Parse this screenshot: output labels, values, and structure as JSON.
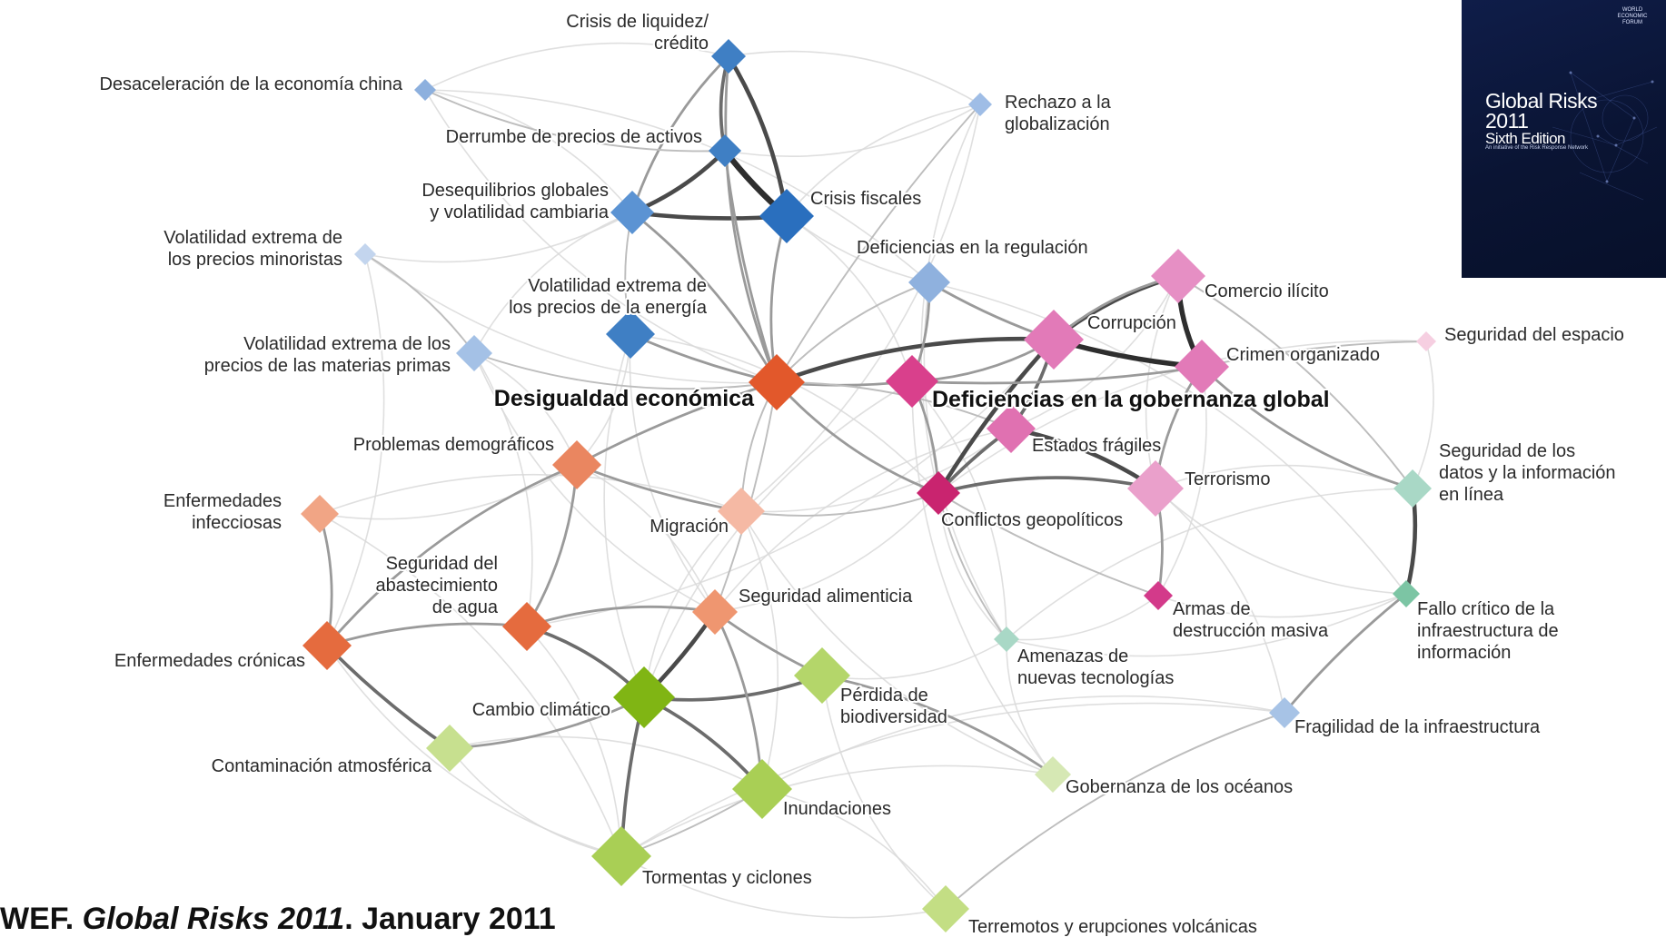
{
  "diagram": {
    "nodes": [
      {
        "id": "credit",
        "label": [
          "Crisis de liquidez/",
          "crédito"
        ],
        "color": "#3f7fc4",
        "size": 19,
        "big": false
      },
      {
        "id": "china",
        "label": [
          "Desaceleración de la economía china"
        ],
        "color": "#8db0de",
        "size": 12,
        "big": false
      },
      {
        "id": "assets",
        "label": [
          "Derrumbe de precios de activos"
        ],
        "color": "#3f7fc4",
        "size": 18,
        "big": false
      },
      {
        "id": "rejglob",
        "label": [
          "Rechazo a la",
          "globalización"
        ],
        "color": "#9fbde6",
        "size": 13,
        "big": false
      },
      {
        "id": "imbal",
        "label": [
          "Desequilibrios globales",
          "y volatilidad cambiaria"
        ],
        "color": "#5b93d3",
        "size": 24,
        "big": false
      },
      {
        "id": "fiscal",
        "label": [
          "Crisis fiscales"
        ],
        "color": "#2a6fbe",
        "size": 30,
        "big": false
      },
      {
        "id": "retail",
        "label": [
          "Volatilidad extrema de",
          "los precios minoristas"
        ],
        "color": "#c3d5ee",
        "size": 12,
        "big": false
      },
      {
        "id": "regdef",
        "label": [
          "Deficiencias en la regulación"
        ],
        "color": "#8fb1de",
        "size": 23,
        "big": false
      },
      {
        "id": "energy",
        "label": [
          "Volatilidad extrema de",
          "los precios de la energía"
        ],
        "color": "#3f7fc4",
        "size": 27,
        "big": false
      },
      {
        "id": "commod",
        "label": [
          "Volatilidad extrema de los",
          "precios de las materias primas"
        ],
        "color": "#a4c1e6",
        "size": 20,
        "big": false
      },
      {
        "id": "illicit",
        "label": [
          "Comercio ilícito"
        ],
        "color": "#e68fc4",
        "size": 30,
        "big": false
      },
      {
        "id": "corrupt",
        "label": [
          "Corrupción"
        ],
        "color": "#e27ab8",
        "size": 33,
        "big": false
      },
      {
        "id": "space",
        "label": [
          "Seguridad del espacio"
        ],
        "color": "#f6cfe1",
        "size": 11,
        "big": false
      },
      {
        "id": "crime",
        "label": [
          "Crimen organizado"
        ],
        "color": "#e27ab8",
        "size": 30,
        "big": false
      },
      {
        "id": "inequal",
        "label": [
          "Desigualdad económica"
        ],
        "color": "#e2582b",
        "size": 31,
        "big": true
      },
      {
        "id": "govfail",
        "label": [
          "Deficiencias en la gobernanza global"
        ],
        "color": "#d9408c",
        "size": 29,
        "big": true
      },
      {
        "id": "fragile",
        "label": [
          "Estados frágiles"
        ],
        "color": "#e071b1",
        "size": 27,
        "big": false
      },
      {
        "id": "demog",
        "label": [
          "Problemas demográficos"
        ],
        "color": "#ea8660",
        "size": 27,
        "big": false
      },
      {
        "id": "infect",
        "label": [
          "Enfermedades",
          "infecciosas"
        ],
        "color": "#f1a585",
        "size": 21,
        "big": false
      },
      {
        "id": "migr",
        "label": [
          "Migración"
        ],
        "color": "#f5b9a4",
        "size": 26,
        "big": false
      },
      {
        "id": "geopol",
        "label": [
          "Conflictos geopolíticos"
        ],
        "color": "#c9246f",
        "size": 24,
        "big": false
      },
      {
        "id": "terror",
        "label": [
          "Terrorismo"
        ],
        "color": "#eaa0cb",
        "size": 31,
        "big": false
      },
      {
        "id": "datasec",
        "label": [
          "Seguridad de los",
          "datos y la información",
          "en línea"
        ],
        "color": "#a9d8c6",
        "size": 21,
        "big": false
      },
      {
        "id": "water",
        "label": [
          "Seguridad del",
          "abastecimiento",
          "de agua"
        ],
        "color": "#e56b3e",
        "size": 27,
        "big": false
      },
      {
        "id": "food",
        "label": [
          "Seguridad alimenticia"
        ],
        "color": "#ef9670",
        "size": 25,
        "big": false
      },
      {
        "id": "wmd",
        "label": [
          "Armas de",
          "destrucción masiva"
        ],
        "color": "#d33a8a",
        "size": 16,
        "big": false
      },
      {
        "id": "ciifail",
        "label": [
          "Fallo crítico de la",
          "infraestructura de",
          "información"
        ],
        "color": "#7cc5a4",
        "size": 15,
        "big": false
      },
      {
        "id": "chronic",
        "label": [
          "Enfermedades crónicas"
        ],
        "color": "#e56b3e",
        "size": 27,
        "big": false
      },
      {
        "id": "newtech",
        "label": [
          "Amenazas de",
          "nuevas tecnologías"
        ],
        "color": "#a9d8c6",
        "size": 14,
        "big": false
      },
      {
        "id": "climate",
        "label": [
          "Cambio climático"
        ],
        "color": "#80b514",
        "size": 34,
        "big": false
      },
      {
        "id": "biodiv",
        "label": [
          "Pérdida de",
          "biodiversidad"
        ],
        "color": "#b4d66a",
        "size": 31,
        "big": false
      },
      {
        "id": "airpoll",
        "label": [
          "Contaminación atmosférica"
        ],
        "color": "#c7e08f",
        "size": 26,
        "big": false
      },
      {
        "id": "infrafr",
        "label": [
          "Fragilidad de la infraestructura"
        ],
        "color": "#a7c3e6",
        "size": 17,
        "big": false
      },
      {
        "id": "flood",
        "label": [
          "Inundaciones"
        ],
        "color": "#a9cf55",
        "size": 33,
        "big": false
      },
      {
        "id": "oceans",
        "label": [
          "Gobernanza de los océanos"
        ],
        "color": "#d6e8b4",
        "size": 20,
        "big": false
      },
      {
        "id": "storms",
        "label": [
          "Tormentas y ciclones"
        ],
        "color": "#a9cf55",
        "size": 33,
        "big": false
      },
      {
        "id": "quake",
        "label": [
          "Terremotos y erupciones volcánicas"
        ],
        "color": "#c3de84",
        "size": 26,
        "big": false
      }
    ],
    "edges": [
      [
        "credit",
        "assets",
        3
      ],
      [
        "credit",
        "fiscal",
        4
      ],
      [
        "assets",
        "fiscal",
        6
      ],
      [
        "credit",
        "imbal",
        2
      ],
      [
        "assets",
        "imbal",
        4
      ],
      [
        "imbal",
        "fiscal",
        4
      ],
      [
        "fiscal",
        "inequal",
        2
      ],
      [
        "imbal",
        "inequal",
        2
      ],
      [
        "assets",
        "inequal",
        2
      ],
      [
        "credit",
        "inequal",
        2
      ],
      [
        "inequal",
        "corrupt",
        4
      ],
      [
        "inequal",
        "govfail",
        2
      ],
      [
        "inequal",
        "geopol",
        2
      ],
      [
        "inequal",
        "fragile",
        1
      ],
      [
        "inequal",
        "demog",
        2
      ],
      [
        "inequal",
        "migr",
        1
      ],
      [
        "corrupt",
        "illicit",
        4
      ],
      [
        "corrupt",
        "crime",
        5
      ],
      [
        "illicit",
        "crime",
        5
      ],
      [
        "corrupt",
        "fragile",
        3
      ],
      [
        "corrupt",
        "geopol",
        4
      ],
      [
        "illicit",
        "corrupt",
        2
      ],
      [
        "fragile",
        "terror",
        4
      ],
      [
        "fragile",
        "geopol",
        3
      ],
      [
        "terror",
        "geopol",
        3
      ],
      [
        "terror",
        "wmd",
        2
      ],
      [
        "geopol",
        "wmd",
        1
      ],
      [
        "crime",
        "terror",
        2
      ],
      [
        "govfail",
        "geopol",
        2
      ],
      [
        "govfail",
        "crime",
        2
      ],
      [
        "govfail",
        "corrupt",
        2
      ],
      [
        "regdef",
        "govfail",
        2
      ],
      [
        "regdef",
        "corrupt",
        2
      ],
      [
        "regdef",
        "inequal",
        1
      ],
      [
        "datasec",
        "ciifail",
        4
      ],
      [
        "ciifail",
        "infrafr",
        2
      ],
      [
        "crime",
        "datasec",
        2
      ],
      [
        "illicit",
        "datasec",
        1
      ],
      [
        "climate",
        "food",
        4
      ],
      [
        "climate",
        "biodiv",
        3
      ],
      [
        "climate",
        "flood",
        3
      ],
      [
        "climate",
        "storms",
        3
      ],
      [
        "climate",
        "water",
        3
      ],
      [
        "climate",
        "airpoll",
        2
      ],
      [
        "food",
        "biodiv",
        2
      ],
      [
        "food",
        "water",
        2
      ],
      [
        "food",
        "flood",
        2
      ],
      [
        "chronic",
        "airpoll",
        3
      ],
      [
        "chronic",
        "infect",
        2
      ],
      [
        "chronic",
        "water",
        2
      ],
      [
        "demog",
        "migr",
        2
      ],
      [
        "demog",
        "chronic",
        2
      ],
      [
        "biodiv",
        "oceans",
        2
      ],
      [
        "storms",
        "flood",
        1
      ],
      [
        "migr",
        "geopol",
        1
      ],
      [
        "newtech",
        "geopol",
        1
      ],
      [
        "energy",
        "inequal",
        2
      ],
      [
        "commod",
        "inequal",
        1
      ],
      [
        "energy",
        "imbal",
        1
      ],
      [
        "rejglob",
        "inequal",
        1
      ],
      [
        "china",
        "assets",
        1
      ],
      [
        "retail",
        "commod",
        1
      ],
      [
        "food",
        "inequal",
        1
      ],
      [
        "water",
        "demog",
        2
      ],
      [
        "quake",
        "infrafr",
        1
      ],
      [
        "space",
        "crime",
        1
      ]
    ],
    "faint_edges": [
      [
        "china",
        "imbal"
      ],
      [
        "china",
        "inequal"
      ],
      [
        "china",
        "regdef"
      ],
      [
        "retail",
        "imbal"
      ],
      [
        "retail",
        "chronic"
      ],
      [
        "commod",
        "food"
      ],
      [
        "commod",
        "demog"
      ],
      [
        "rejglob",
        "fiscal"
      ],
      [
        "rejglob",
        "migr"
      ],
      [
        "rejglob",
        "geopol"
      ],
      [
        "rejglob",
        "assets"
      ],
      [
        "energy",
        "climate"
      ],
      [
        "energy",
        "geopol"
      ],
      [
        "energy",
        "food"
      ],
      [
        "regdef",
        "ciifail"
      ],
      [
        "regdef",
        "newtech"
      ],
      [
        "space",
        "datasec"
      ],
      [
        "space",
        "geopol"
      ],
      [
        "infect",
        "migr"
      ],
      [
        "infect",
        "demog"
      ],
      [
        "infect",
        "storms"
      ],
      [
        "migr",
        "climate"
      ],
      [
        "migr",
        "flood"
      ],
      [
        "migr",
        "oceans"
      ],
      [
        "geopol",
        "food"
      ],
      [
        "geopol",
        "newtech"
      ],
      [
        "wmd",
        "newtech"
      ],
      [
        "wmd",
        "ciifail"
      ],
      [
        "terror",
        "datasec"
      ],
      [
        "terror",
        "ciifail"
      ],
      [
        "terror",
        "infrafr"
      ],
      [
        "fragile",
        "food"
      ],
      [
        "fragile",
        "migr"
      ],
      [
        "newtech",
        "oceans"
      ],
      [
        "newtech",
        "biodiv"
      ],
      [
        "airpoll",
        "storms"
      ],
      [
        "airpoll",
        "flood"
      ],
      [
        "oceans",
        "storms"
      ],
      [
        "quake",
        "storms"
      ],
      [
        "quake",
        "flood"
      ],
      [
        "quake",
        "biodiv"
      ],
      [
        "infrafr",
        "flood"
      ],
      [
        "crime",
        "wmd"
      ],
      [
        "illicit",
        "terror"
      ],
      [
        "illicit",
        "fragile"
      ],
      [
        "govfail",
        "oceans"
      ],
      [
        "govfail",
        "newtech"
      ],
      [
        "govfail",
        "climate"
      ],
      [
        "corrupt",
        "water"
      ],
      [
        "credit",
        "china"
      ],
      [
        "credit",
        "rejglob"
      ],
      [
        "imbal",
        "commod"
      ],
      [
        "fiscal",
        "govfail"
      ],
      [
        "assets",
        "regdef"
      ],
      [
        "demog",
        "food"
      ],
      [
        "chronic",
        "storms"
      ],
      [
        "water",
        "storms"
      ],
      [
        "infrafr",
        "storms"
      ],
      [
        "ciifail",
        "newtech"
      ],
      [
        "datasec",
        "newtech"
      ],
      [
        "commod",
        "water"
      ],
      [
        "retail",
        "inequal"
      ],
      [
        "energy",
        "demog"
      ]
    ]
  },
  "caption": {
    "prefix": "WEF.",
    "title": "Global Risks 2011",
    "suffix": ". January 2011"
  },
  "cover": {
    "publisher": [
      "WORLD",
      "ECONOMIC",
      "FORUM"
    ],
    "title_lines": [
      "Global Risks",
      "2011",
      "Sixth Edition"
    ],
    "subtitle": "An initiative of the Risk Response Network"
  }
}
